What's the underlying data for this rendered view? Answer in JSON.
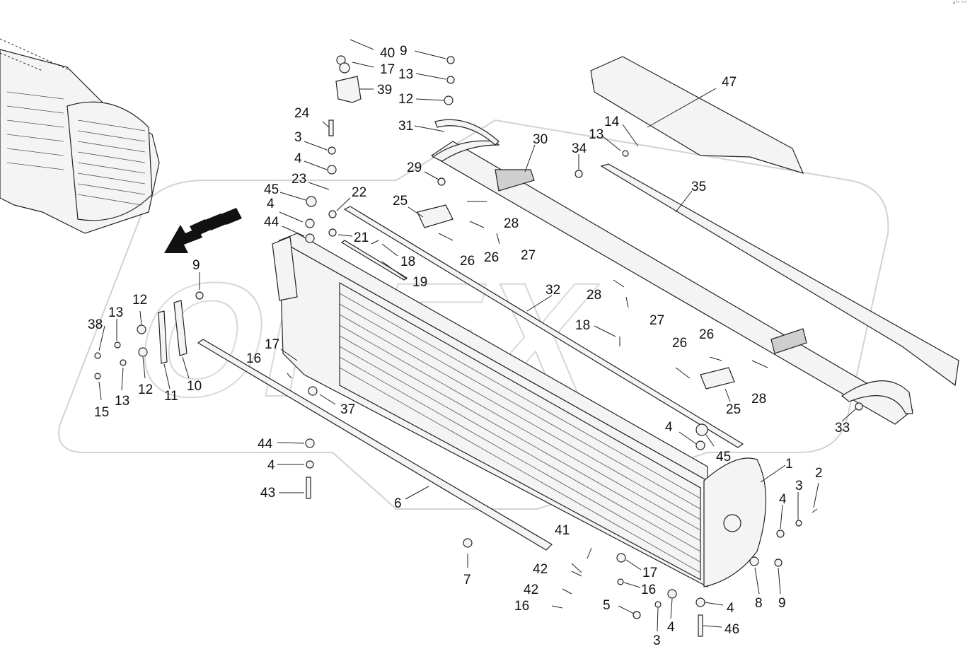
{
  "corner_mark": "a⁶⁵ ᵒᵒᵒ",
  "callouts": [
    {
      "id": "c40",
      "text": "40"
    },
    {
      "id": "c9a",
      "text": "9"
    },
    {
      "id": "c17a",
      "text": "17"
    },
    {
      "id": "c13a",
      "text": "13"
    },
    {
      "id": "c39",
      "text": "39"
    },
    {
      "id": "c12a",
      "text": "12"
    },
    {
      "id": "c24",
      "text": "24"
    },
    {
      "id": "c3a",
      "text": "3"
    },
    {
      "id": "c4a",
      "text": "4"
    },
    {
      "id": "c23",
      "text": "23"
    },
    {
      "id": "c45a",
      "text": "45"
    },
    {
      "id": "c22",
      "text": "22"
    },
    {
      "id": "c4b",
      "text": "4"
    },
    {
      "id": "c44a",
      "text": "44"
    },
    {
      "id": "c21",
      "text": "21"
    },
    {
      "id": "c18a",
      "text": "18"
    },
    {
      "id": "c19",
      "text": "19"
    },
    {
      "id": "c31",
      "text": "31"
    },
    {
      "id": "c29",
      "text": "29"
    },
    {
      "id": "c30",
      "text": "30"
    },
    {
      "id": "c25a",
      "text": "25"
    },
    {
      "id": "c28a",
      "text": "28"
    },
    {
      "id": "c26a",
      "text": "26"
    },
    {
      "id": "c26b",
      "text": "26"
    },
    {
      "id": "c27a",
      "text": "27"
    },
    {
      "id": "c34",
      "text": "34"
    },
    {
      "id": "c14",
      "text": "14"
    },
    {
      "id": "c13b",
      "text": "13"
    },
    {
      "id": "c47",
      "text": "47"
    },
    {
      "id": "c35",
      "text": "35"
    },
    {
      "id": "c32",
      "text": "32"
    },
    {
      "id": "c28b",
      "text": "28"
    },
    {
      "id": "c27b",
      "text": "27"
    },
    {
      "id": "c18b",
      "text": "18"
    },
    {
      "id": "c26c",
      "text": "26"
    },
    {
      "id": "c26d",
      "text": "26"
    },
    {
      "id": "c25b",
      "text": "25"
    },
    {
      "id": "c28c",
      "text": "28"
    },
    {
      "id": "c33",
      "text": "33"
    },
    {
      "id": "c9b",
      "text": "9"
    },
    {
      "id": "c38",
      "text": "38"
    },
    {
      "id": "c13c",
      "text": "13"
    },
    {
      "id": "c12b",
      "text": "12"
    },
    {
      "id": "c12c",
      "text": "12"
    },
    {
      "id": "c11",
      "text": "11"
    },
    {
      "id": "c10",
      "text": "10"
    },
    {
      "id": "c15",
      "text": "15"
    },
    {
      "id": "c13d",
      "text": "13"
    },
    {
      "id": "c17b",
      "text": "17"
    },
    {
      "id": "c16a",
      "text": "16"
    },
    {
      "id": "c37",
      "text": "37"
    },
    {
      "id": "c44b",
      "text": "44"
    },
    {
      "id": "c4c",
      "text": "4"
    },
    {
      "id": "c43",
      "text": "43"
    },
    {
      "id": "c6",
      "text": "6"
    },
    {
      "id": "c4d",
      "text": "4"
    },
    {
      "id": "c45b",
      "text": "45"
    },
    {
      "id": "c1",
      "text": "1"
    },
    {
      "id": "c2",
      "text": "2"
    },
    {
      "id": "c3b",
      "text": "3"
    },
    {
      "id": "c4e",
      "text": "4"
    },
    {
      "id": "c41",
      "text": "41"
    },
    {
      "id": "c7",
      "text": "7"
    },
    {
      "id": "c42a",
      "text": "42"
    },
    {
      "id": "c42b",
      "text": "42"
    },
    {
      "id": "c17c",
      "text": "17"
    },
    {
      "id": "c16b",
      "text": "16"
    },
    {
      "id": "c16c",
      "text": "16"
    },
    {
      "id": "c5",
      "text": "5"
    },
    {
      "id": "c8",
      "text": "8"
    },
    {
      "id": "c9c",
      "text": "9"
    },
    {
      "id": "c4f",
      "text": "4"
    },
    {
      "id": "c4g",
      "text": "4"
    },
    {
      "id": "c3c",
      "text": "3"
    },
    {
      "id": "c46",
      "text": "46"
    }
  ],
  "colors": {
    "line": "#222222",
    "watermark": "#d2d2d2",
    "arrow": "#111111"
  }
}
